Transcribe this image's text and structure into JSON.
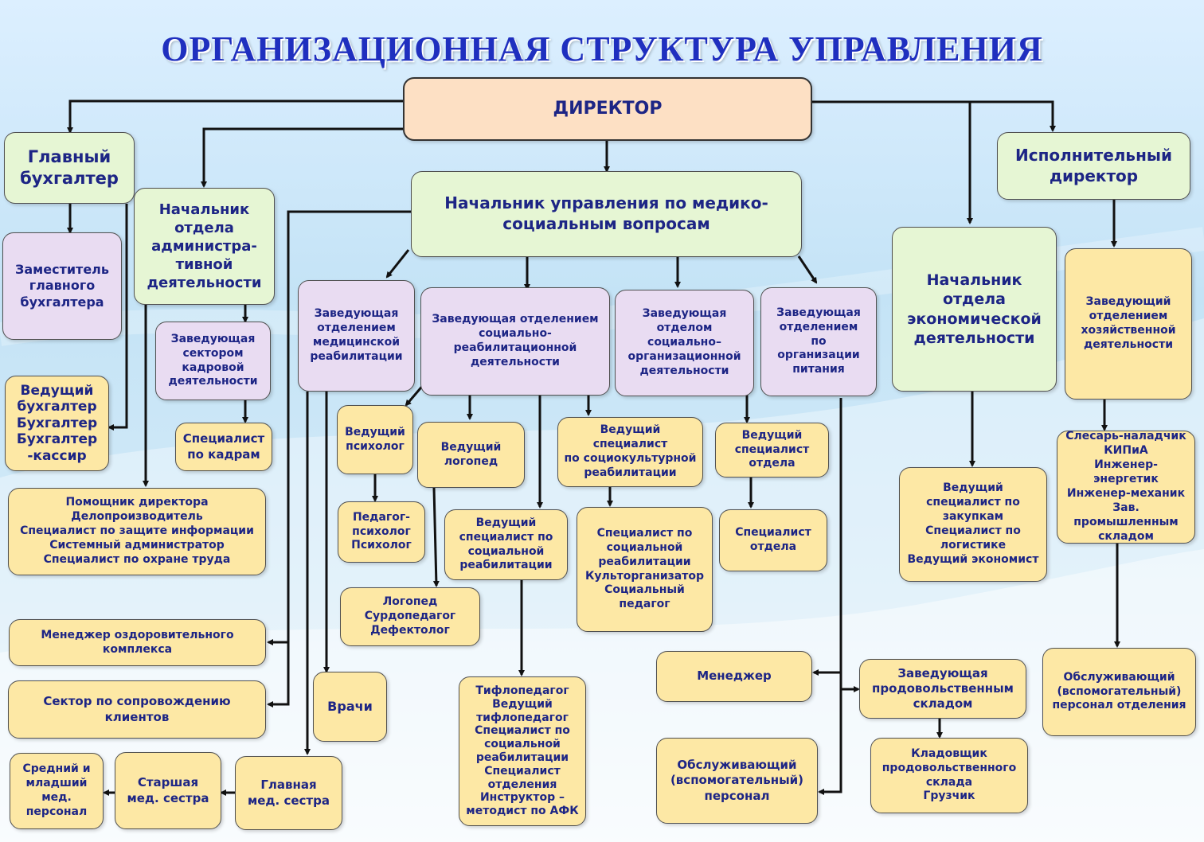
{
  "title": "ОРГАНИЗАЦИОННАЯ СТРУКТУРА УПРАВЛЕНИЯ",
  "nodes": {
    "director": "ДИРЕКТОР",
    "chief_accountant": "Главный\nбухгалтер",
    "deputy_chief_accountant": "Заместитель\nглавного\nбухгалтера",
    "accountants": "Ведущий\nбухгалтер\nБухгалтер\nБухгалтер\n-кассир",
    "head_admin": "Начальник\nотдела\nадминистра-\nтивной\nдеятельности",
    "head_hr_sector": "Заведующая\nсектором\nкадровой\nдеятельности",
    "hr_specialist": "Специалист\nпо кадрам",
    "admin_staff": "Помощник директора\nДелопроизводитель\nСпециалист по защите информации\nСистемный администратор\nСпециалист по охране труда",
    "head_medsocial": "Начальник управления по медико-\nсоциальным вопросам",
    "head_med_rehab": "Заведующая\nотделением\nмедицинской\nреабилитации",
    "head_social_rehab": "Заведующая отделением\nсоциально-\nреабилитационной\nдеятельности",
    "head_sociocultural": "Заведующая\nотделом\nсоциально–\nорганизационной\nдеятельности",
    "head_nutrition": "Заведующая\nотделением\nпо\nорганизации\nпитания",
    "lead_psychologist": "Ведущий\nпсихолог",
    "psychologists": "Педагог-\nпсихолог\nПсихолог",
    "lead_speech": "Ведущий\nлогопед",
    "speech_staff": "Логопед\nСурдопедагог\nДефектолог",
    "lead_social_rehab": "Ведущий\nспециалист по\nсоциальной\nреабилитации",
    "tiflo_staff": "Тифлопедагог\nВедущий\nтифлопедагог\nСпециалист по\nсоциальной\nреабилитации\nСпециалист\nотделения\nИнструктор –\nметодист по АФК",
    "lead_sociocultural": "Ведущий специалист\nпо социокультурной\nреабилитации",
    "sociocultural_staff": "Специалист по\nсоциальной\nреабилитации\nКульторганизатор\nСоциальный\nпедагог",
    "lead_dept_specialist": "Ведущий\nспециалист\nотдела",
    "dept_specialist": "Специалист\nотдела",
    "health_manager": "Менеджер оздоровительного\nкомплекса",
    "client_support": "Сектор  по  сопровождению\nклиентов",
    "doctors": "Врачи",
    "head_nurse": "Главная\nмед. сестра",
    "senior_nurse": "Старшая\nмед. сестра",
    "junior_med": "Средний и\nмладший\nмед.\nперсонал",
    "manager": "Менеджер",
    "service_staff": "Обслуживающий\n(вспомогательный)\nперсонал",
    "head_food_store": "Заведующая\nпродовольственным\nскладом",
    "storekeeper": "Кладовщик\nпродовольственного\nсклада\nГрузчик",
    "head_economic": "Начальник\nотдела\nэкономической\nдеятельности",
    "economic_staff": "Ведущий\nспециалист по\nзакупкам\nСпециалист по\nлогистике\nВедущий экономист",
    "exec_director": "Исполнительный\nдиректор",
    "head_household": "Заведующий\nотделением\nхозяйственной\nдеятельности",
    "technical_staff": "Слесарь-наладчик\nКИПиА\nИнженер-энергетик\nИнженер-механик\nЗав. промышленным\nскладом",
    "household_service": "Обслуживающий\n(вспомогательный)\nперсонал отделения"
  }
}
